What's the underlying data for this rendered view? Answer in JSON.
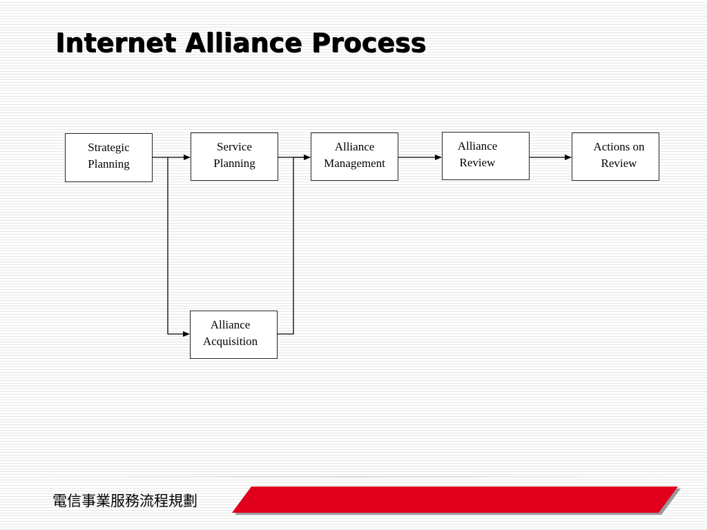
{
  "title": "Internet Alliance Process",
  "nodes": {
    "strategic_planning": [
      "Strategic",
      "Planning"
    ],
    "service_planning": [
      "Service",
      "Planning"
    ],
    "alliance_management": [
      "Alliance",
      "Management"
    ],
    "alliance_review": [
      "Alliance",
      "Review"
    ],
    "actions_on_review": [
      "Actions on",
      "Review"
    ],
    "alliance_acquisition": [
      "Alliance",
      "Acquisition"
    ]
  },
  "edges": [
    {
      "from": "Strategic Planning",
      "to": "Service Planning"
    },
    {
      "from": "Strategic Planning",
      "to": "Alliance Acquisition"
    },
    {
      "from": "Alliance Acquisition",
      "to": "Alliance Management"
    },
    {
      "from": "Service Planning",
      "to": "Alliance Management"
    },
    {
      "from": "Alliance Management",
      "to": "Alliance Review"
    },
    {
      "from": "Alliance Review",
      "to": "Actions on Review"
    }
  ],
  "footer": {
    "label": "電信事業服務流程規劃",
    "accent_color": "#e0001b"
  }
}
